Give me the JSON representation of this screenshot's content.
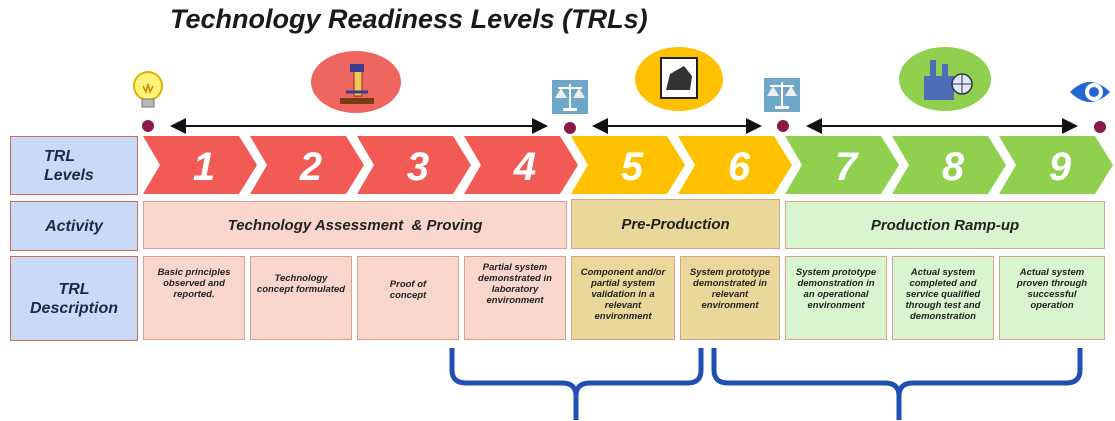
{
  "title": "Technology Readiness Levels (TRLs)",
  "row_labels": {
    "levels": "TRL Levels",
    "activity": "Activity",
    "description": "TRL Description"
  },
  "levels": [
    "1",
    "2",
    "3",
    "4",
    "5",
    "6",
    "7",
    "8",
    "9"
  ],
  "activities": {
    "assessment": "Technology Assessment  & Proving",
    "preproduction": "Pre-Production",
    "rampup": "Production Ramp-up"
  },
  "descriptions": [
    "Basic principles observed and reported.",
    "Technology concept formulated",
    "Proof of concept",
    "Partial system demonstrated in laboratory environment",
    "Component and/or partial system validation in a relevant environment",
    "System prototype demonstrated in relevant environment",
    "System prototype demonstration in an operational environment",
    "Actual system completed and service qualified through test and demonstration",
    "Actual system proven through successful operation"
  ],
  "icons": [
    "lightbulb-icon",
    "microscope-icon",
    "scales-icon",
    "factory-machine-icon",
    "scales-icon",
    "industrial-plant-icon",
    "eye-icon"
  ],
  "colors": {
    "phase1": "#f25a55",
    "phase2": "#ffc000",
    "phase3": "#8fd14f",
    "bracket": "#1f4fb5",
    "dot": "#8b1a4a"
  }
}
